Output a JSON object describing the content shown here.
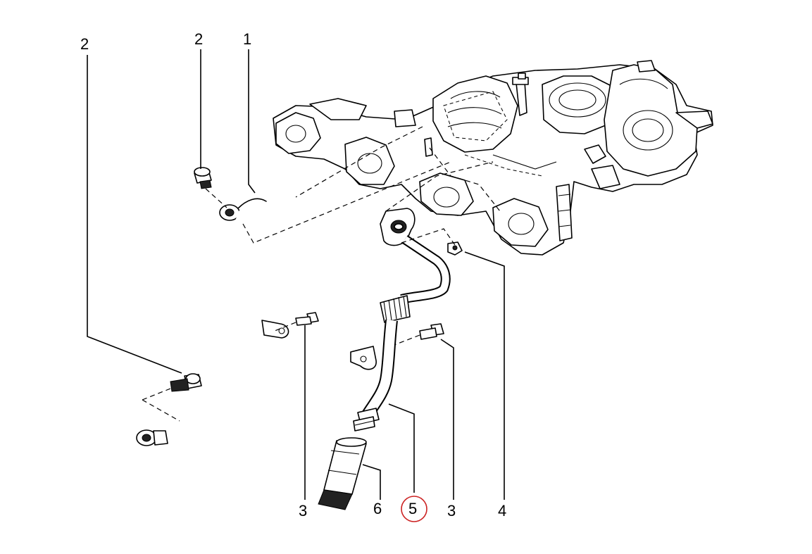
{
  "callouts": {
    "c1": "1",
    "c2a": "2",
    "c2b": "2",
    "c3a": "3",
    "c3b": "3",
    "c4": "4",
    "c5": "5",
    "c6": "6"
  },
  "highlight": {
    "target": "5",
    "color": "#cc2222"
  }
}
